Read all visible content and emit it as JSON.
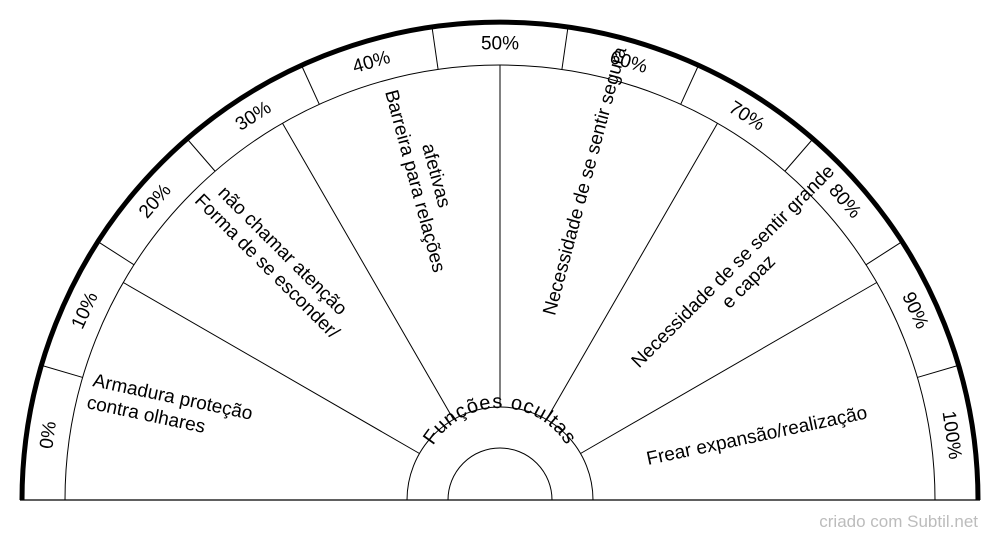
{
  "diagram": {
    "scale_labels": [
      "0%",
      "10%",
      "20%",
      "30%",
      "40%",
      "50%",
      "60%",
      "70%",
      "80%",
      "90%",
      "100%"
    ],
    "center_label": "Funções ocultas",
    "segments": [
      {
        "lines": [
          "Armadura proteção",
          "contra olhares"
        ]
      },
      {
        "lines": [
          "Forma de se esconder/",
          "não chamar atenção"
        ]
      },
      {
        "lines": [
          "Barreira para relações",
          "afetivas"
        ]
      },
      {
        "lines": [
          "Necessidade de se sentir segura"
        ]
      },
      {
        "lines": [
          "Necessidade de se sentir grande",
          "e capaz"
        ]
      },
      {
        "lines": [
          "Frear expansão/realização"
        ]
      }
    ],
    "colors": {
      "outer_arc": "#000000",
      "lines": "#000000",
      "credit": "#bcbcbc"
    }
  },
  "footer": {
    "credit": "criado com Subtil.net"
  }
}
